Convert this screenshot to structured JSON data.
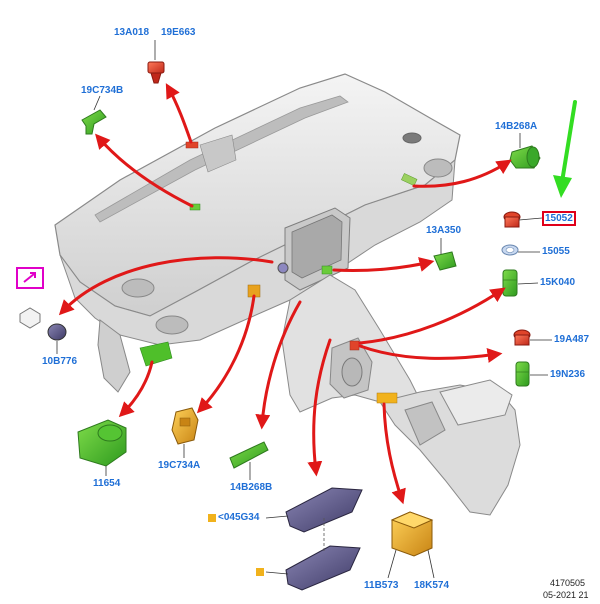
{
  "parts": {
    "p13A018": "13A018",
    "p19E663": "19E663",
    "p19C734B": "19C734B",
    "p14B268A": "14B268A",
    "p15052": "15052",
    "p15055": "15055",
    "p15K040": "15K040",
    "p13A350": "13A350",
    "p10B776": "10B776",
    "p19A487": "19A487",
    "p19N236": "19N236",
    "p11654": "11654",
    "p19C734A": "19C734A",
    "p14B268B": "14B268B",
    "p045G34": "045G34",
    "p11B573": "11B573",
    "p18K574": "18K574"
  },
  "footer": {
    "drawing_no": "4170505",
    "date": "05-2021 21"
  },
  "colors": {
    "label_blue": "#1f6fd6",
    "arrow_red": "#e01818",
    "highlight_red": "#e0001a",
    "indicator_green": "#33dd22",
    "marker_magenta": "#e000c8",
    "part_green": "#4fbf2a",
    "part_amber": "#e8a21e",
    "part_red": "#e0442a",
    "legend_square": "#f1b21c"
  },
  "icons": {
    "callout_marker": "magenta-callout-icon",
    "green_indicator": "green-down-arrow-icon"
  }
}
